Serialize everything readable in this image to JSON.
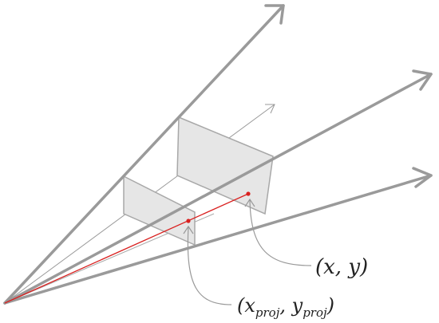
{
  "labels": {
    "point_label": "(x, y)",
    "proj_open": "(x",
    "proj_sub_x": "proj",
    "proj_comma": ", y",
    "proj_sub_y": "proj",
    "proj_close": ")"
  },
  "colors": {
    "axis": "#9a9a9a",
    "thin_line": "#aaaaaa",
    "plane_fill": "#e6e6e6",
    "plane_stroke": "#a8a8a8",
    "ray": "#d9201f",
    "point": "#d9201f",
    "leader": "#999999",
    "text": "#222222"
  }
}
